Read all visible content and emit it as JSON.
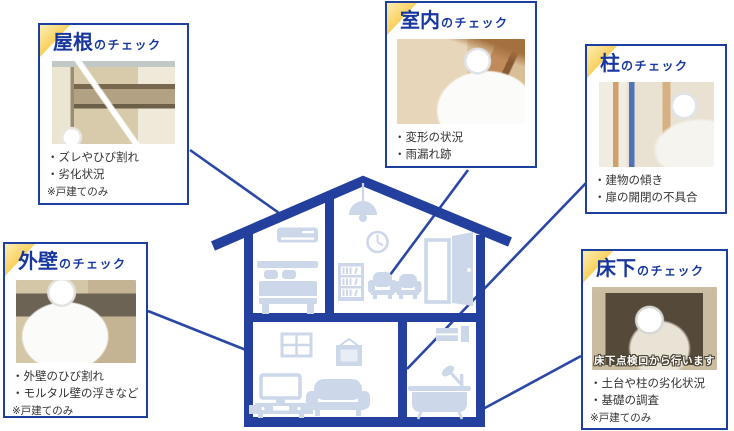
{
  "colors": {
    "primary_blue": "#21409e",
    "furniture_blue": "#ccd7ea",
    "accent_yellow": "#f5bb35",
    "body_text": "#333333"
  },
  "cards": [
    {
      "id": "roof",
      "title": "屋根",
      "suffix": "のチェック",
      "items": [
        "・ズレやひび割れ",
        "・劣化状況"
      ],
      "note": "※戸建てのみ"
    },
    {
      "id": "indoor",
      "title": "室内",
      "suffix": "のチェック",
      "items": [
        "・変形の状況",
        "・雨漏れ跡"
      ]
    },
    {
      "id": "pillar",
      "title": "柱",
      "suffix": "のチェック",
      "items": [
        "・建物の傾き",
        "・扉の開閉の不具合"
      ]
    },
    {
      "id": "wall",
      "title": "外壁",
      "suffix": "のチェック",
      "items": [
        "・外壁のひび割れ",
        "・モルタル壁の浮きなど"
      ],
      "note": "※戸建てのみ"
    },
    {
      "id": "floor",
      "title": "床下",
      "suffix": "のチェック",
      "items": [
        "・土台や柱の劣化状況",
        "・基礎の調査"
      ],
      "note": "※戸建てのみ",
      "photo_caption": "床下点検口から行います"
    }
  ]
}
